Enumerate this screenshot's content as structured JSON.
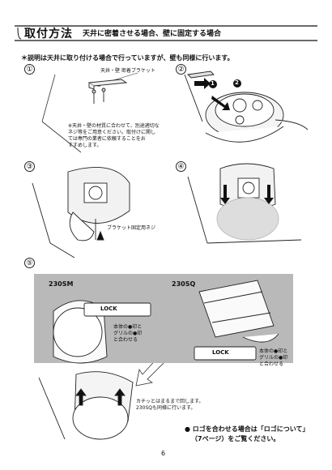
{
  "header": {
    "title": "取付方法",
    "subtitle": "天井に密着させる場合、壁に固定する場合"
  },
  "note": "＊説明は天井に取り付ける場合で行っていますが、壁も同様に行います。",
  "steps": {
    "s1": "①",
    "s2": "②",
    "s3": "③",
    "s4": "④",
    "s5": "⑤"
  },
  "step1": {
    "bracket_label": "天井・壁 密着ブラケット",
    "caution_lines": [
      "※天井・壁の材質に合わせて、別途適切な",
      "ネジ等をご用意ください。取付けに関し",
      "ては専門の業者に依頼することをお",
      "すすめします。"
    ]
  },
  "step2": {
    "marker1": "1",
    "marker2": "2"
  },
  "step3": {
    "screw_label": "ブラケット固定用ネジ"
  },
  "step5": {
    "model_a": "230SM",
    "model_b": "230SQ",
    "lock_text": "LOCK",
    "align_a": [
      "本体の●印と",
      "グリルの●印",
      "と合わせる"
    ],
    "align_b": [
      "本体の●印と",
      "グリルの●印",
      "と合わせる"
    ],
    "click_lines": [
      "カチッとはまるまで回します。",
      "230SQも同様に行います。"
    ]
  },
  "logo_note": [
    "● ロゴを合わせる場合は「ロゴについて」",
    "（7ページ）をご覧ください。"
  ],
  "page_number": "6"
}
